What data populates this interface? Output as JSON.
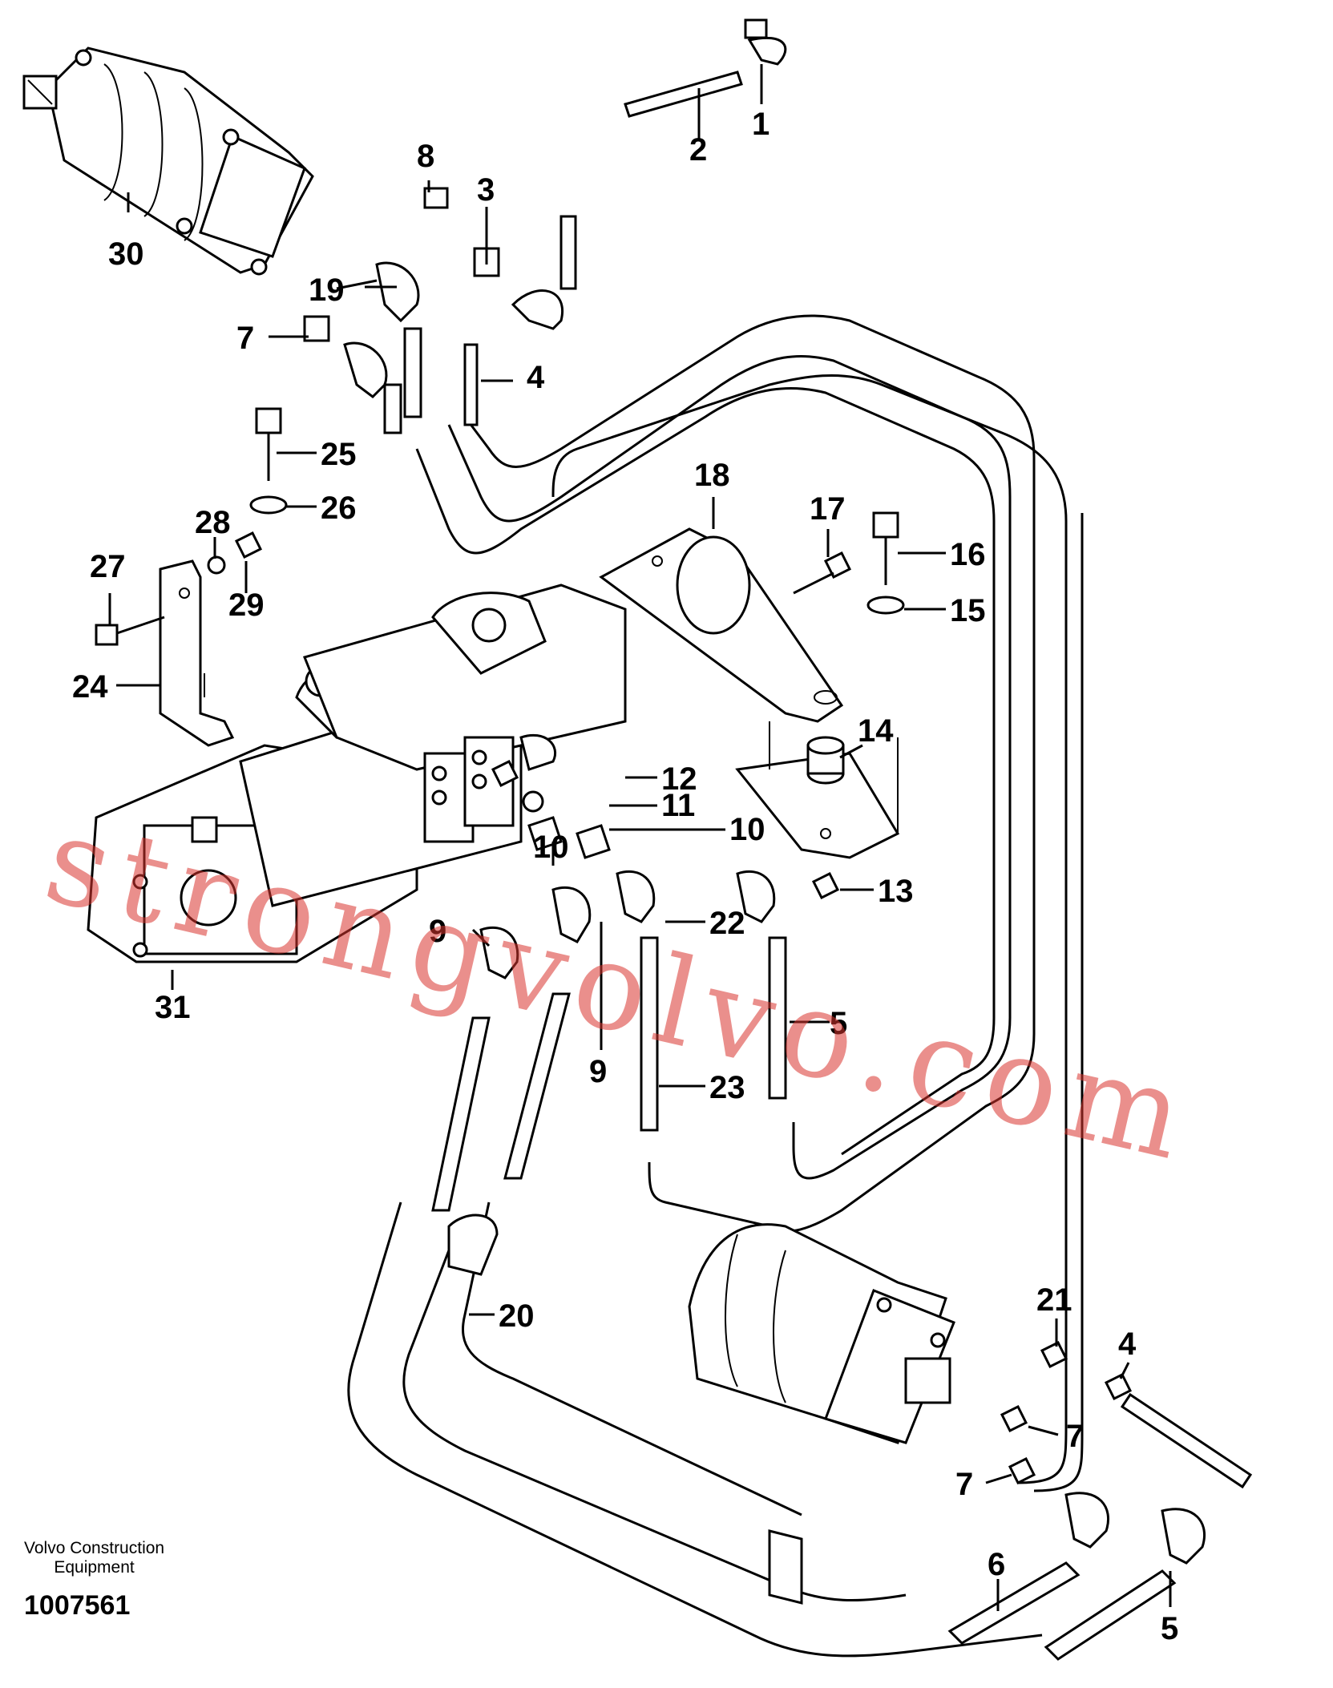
{
  "watermark": "strongvolvo.com",
  "footer": {
    "brand_line1": "Volvo Construction",
    "brand_line2": "Equipment",
    "drawing_number": "1007561"
  },
  "callouts": {
    "c1": "1",
    "c2": "2",
    "c3": "3",
    "c4a": "4",
    "c4b": "4",
    "c5a": "5",
    "c5b": "5",
    "c6": "6",
    "c7a": "7",
    "c7b": "7",
    "c7c": "7",
    "c8": "8",
    "c9a": "9",
    "c9b": "9",
    "c10a": "10",
    "c10b": "10",
    "c11": "11",
    "c12": "12",
    "c13": "13",
    "c14": "14",
    "c15": "15",
    "c16": "16",
    "c17": "17",
    "c18": "18",
    "c19": "19",
    "c20": "20",
    "c21": "21",
    "c22": "22",
    "c23": "23",
    "c24": "24",
    "c25": "25",
    "c26": "26",
    "c27": "27",
    "c28": "28",
    "c29": "29",
    "c30": "30",
    "c31": "31"
  }
}
